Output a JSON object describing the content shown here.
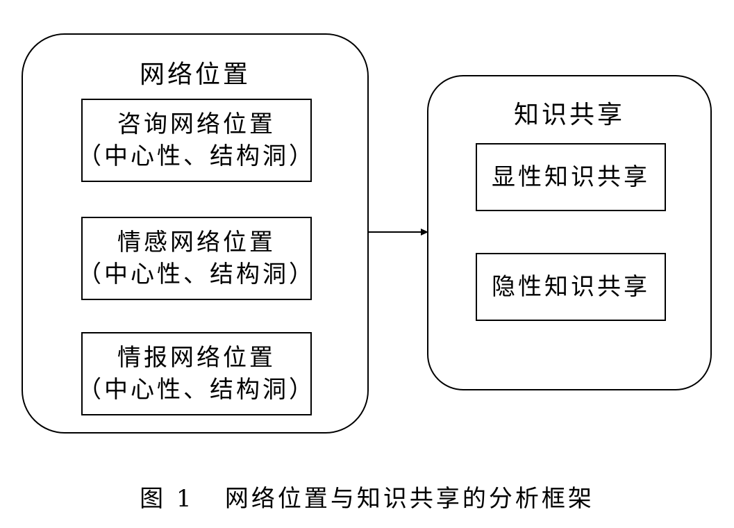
{
  "left_group": {
    "title": "网络位置",
    "items": [
      {
        "line1": "咨询网络位置",
        "line2": "（中心性、结构洞）"
      },
      {
        "line1": "情感网络位置",
        "line2": "（中心性、结构洞）"
      },
      {
        "line1": "情报网络位置",
        "line2": "（中心性、结构洞）"
      }
    ]
  },
  "right_group": {
    "title": "知识共享",
    "items": [
      {
        "label": "显性知识共享"
      },
      {
        "label": "隐性知识共享"
      }
    ]
  },
  "caption": "图 1   网络位置与知识共享的分析框架"
}
